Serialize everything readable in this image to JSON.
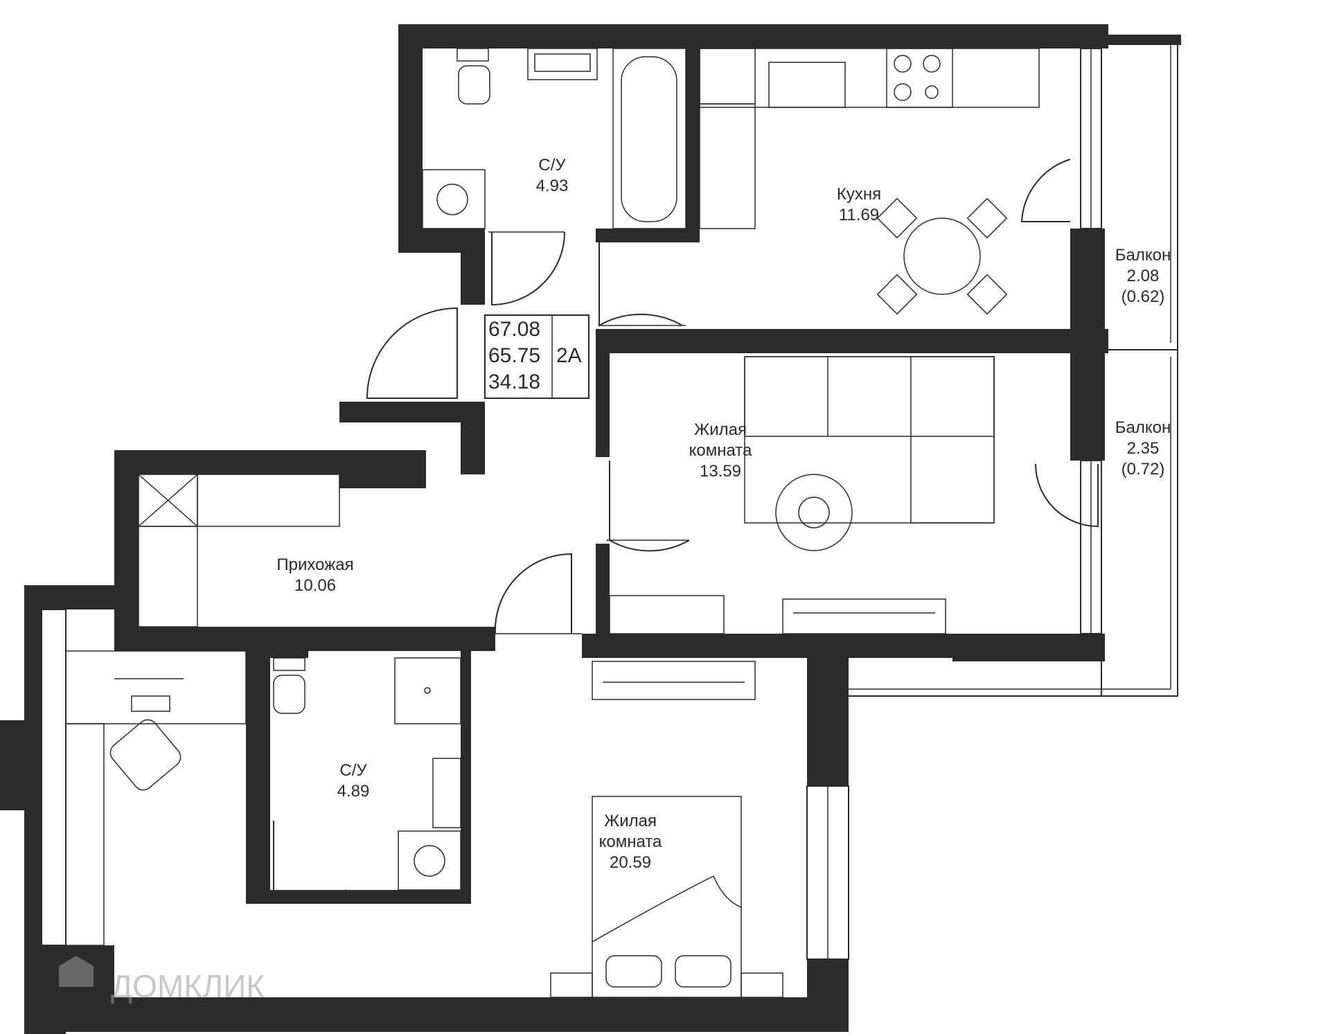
{
  "summary": {
    "total_area": "67.08",
    "area_no_balcony": "65.75",
    "living_area": "34.18",
    "layout_code": "2А"
  },
  "rooms": {
    "bath_top": {
      "name": "С/У",
      "area": "4.93"
    },
    "kitchen": {
      "name": "Кухня",
      "area": "11.69"
    },
    "balcony_1": {
      "name": "Балкон",
      "area": "2.08",
      "area_reduced": "(0.62)"
    },
    "balcony_2": {
      "name": "Балкон",
      "area": "2.35",
      "area_reduced": "(0.72)"
    },
    "living_1": {
      "name_line1": "Жилая",
      "name_line2": "комната",
      "area": "13.59"
    },
    "hallway": {
      "name": "Прихожая",
      "area": "10.06"
    },
    "bath_bottom": {
      "name": "С/У",
      "area": "4.89"
    },
    "living_2": {
      "name_line1": "Жилая",
      "name_line2": "комната",
      "area": "20.59"
    }
  },
  "watermark": "ДОМКЛИК",
  "colors": {
    "wall": "#2b2b2b",
    "background": "#ffffff",
    "watermark": "#9a9a9a"
  }
}
